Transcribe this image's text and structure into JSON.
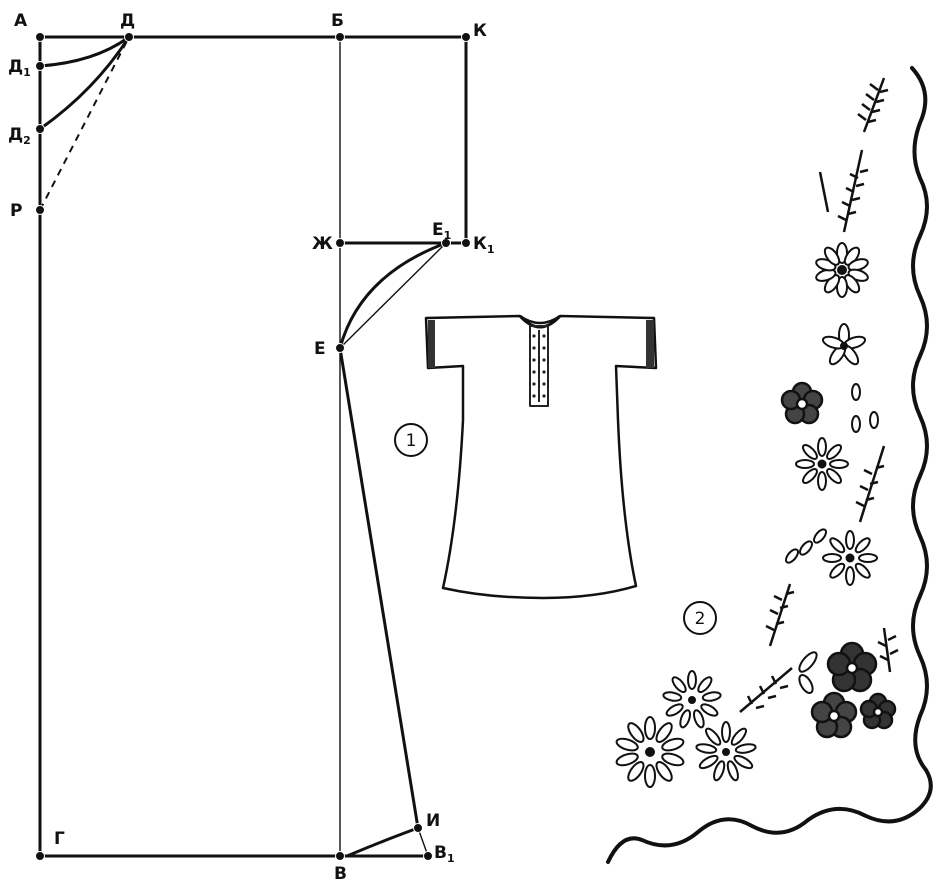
{
  "points": {
    "A": "А",
    "D": "Д",
    "B": "Б",
    "K": "К",
    "D1": "Д",
    "D1_sub": "1",
    "D2": "Д",
    "D2_sub": "2",
    "R": "Р",
    "Zh": "Ж",
    "E1": "Е",
    "E1_sub": "1",
    "K1": "К",
    "K1_sub": "1",
    "E": "Е",
    "I": "И",
    "G": "Г",
    "V": "В",
    "V1": "В",
    "V1_sub": "1"
  },
  "figure_labels": {
    "one": "1",
    "two": "2"
  },
  "colors": {
    "ink": "#111111",
    "paper": "#ffffff"
  }
}
